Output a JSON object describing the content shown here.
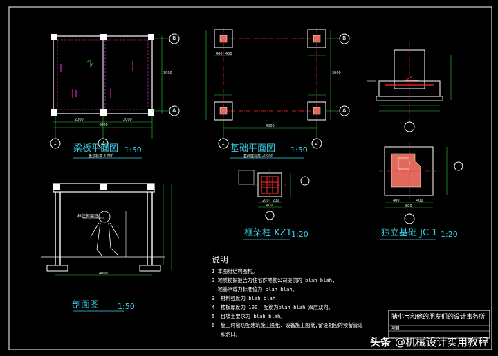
{
  "views": {
    "beam": {
      "title": "梁板平面图",
      "scale": "1:50",
      "subtitle": "板顶标高 3.000",
      "axes": {
        "top_right": "B",
        "bottom_right": "A",
        "bottom_left": "1",
        "bottom_mid": "2"
      },
      "dims": {
        "left": "2000",
        "right": "2000",
        "total": "4000",
        "side": "3000"
      }
    },
    "foundation": {
      "title": "基础平面图",
      "scale": "1:50",
      "subtitle": "基础底标高 -0.900",
      "axes": {
        "top_right": "B",
        "bottom_right": "A",
        "bottom_left": "1",
        "bottom_mid": "2"
      },
      "dims": {
        "d1": "400",
        "d2": "400",
        "total": "4000",
        "side": "3000"
      }
    },
    "section": {
      "title": "剖面图",
      "scale": "1:50",
      "label": "标注框架柱",
      "total": "4000"
    },
    "column": {
      "title": "框架柱 KZ1",
      "scale": "1:20",
      "dim1": "200",
      "dim2": "200",
      "total": "400"
    },
    "jc": {
      "title": "独立基础 JC 1",
      "scale": "1:20",
      "dim1": "400",
      "dim2": "400",
      "total": "800"
    }
  },
  "notes": {
    "heading": "说明",
    "items": [
      "1.本图纸结构图构。",
      "2.地质勘探报告为住宅群地勘公司提供的 blah blah,",
      "  地基承载力标准值为 blah blah。",
      "3. 材料强度为 blah blah.",
      "4. 楼板厚度为 100, 配筋为blah blah 双层双向。",
      "5. 目坡土要求为 blah blah。",
      "6. 施工时密切配建筑施工图纸、设备施工图纸,留设相应的预留管道",
      "   和洞口。"
    ]
  },
  "title_block": {
    "firm": "猪小宝和他的朋友们的设计事务所",
    "row": "项目"
  },
  "watermark": {
    "source": "头条",
    "handle": "@机械设计实用教程"
  },
  "colors": {
    "line": "#ffffff",
    "dim": "#2ecc40",
    "red": "#ff2a2a",
    "fill": "#e06a5c",
    "title": "#39d0e6",
    "hatch": "#ff2fd6"
  }
}
